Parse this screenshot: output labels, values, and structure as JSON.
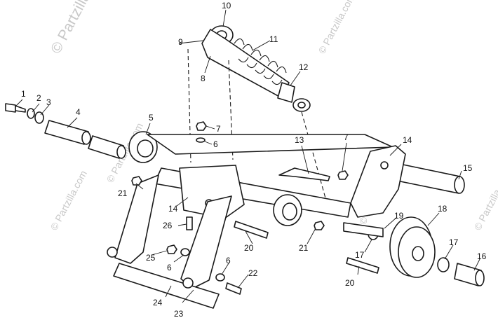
{
  "watermark": {
    "main": "© Partzilla.com",
    "repeat": "© Partzilla.com",
    "color": "#c8c8c8"
  },
  "callouts": [
    {
      "id": "c1",
      "text": "1"
    },
    {
      "id": "c2",
      "text": "2"
    },
    {
      "id": "c3",
      "text": "3"
    },
    {
      "id": "c4",
      "text": "4"
    },
    {
      "id": "c5",
      "text": "5"
    },
    {
      "id": "c6a",
      "text": "6"
    },
    {
      "id": "c6b",
      "text": "6"
    },
    {
      "id": "c6c",
      "text": "6"
    },
    {
      "id": "c7a",
      "text": "7"
    },
    {
      "id": "c7b",
      "text": "7"
    },
    {
      "id": "c8",
      "text": "8"
    },
    {
      "id": "c9",
      "text": "9"
    },
    {
      "id": "c10",
      "text": "10"
    },
    {
      "id": "c11",
      "text": "11"
    },
    {
      "id": "c12",
      "text": "12"
    },
    {
      "id": "c13",
      "text": "13"
    },
    {
      "id": "c14a",
      "text": "14"
    },
    {
      "id": "c14b",
      "text": "14"
    },
    {
      "id": "c15",
      "text": "15"
    },
    {
      "id": "c16",
      "text": "16"
    },
    {
      "id": "c17a",
      "text": "17"
    },
    {
      "id": "c17b",
      "text": "17"
    },
    {
      "id": "c18",
      "text": "18"
    },
    {
      "id": "c19",
      "text": "19"
    },
    {
      "id": "c20a",
      "text": "20"
    },
    {
      "id": "c20b",
      "text": "20"
    },
    {
      "id": "c21a",
      "text": "21"
    },
    {
      "id": "c21b",
      "text": "21"
    },
    {
      "id": "c22",
      "text": "22"
    },
    {
      "id": "c23",
      "text": "23"
    },
    {
      "id": "c24",
      "text": "24"
    },
    {
      "id": "c25",
      "text": "25"
    },
    {
      "id": "c26",
      "text": "26"
    }
  ]
}
